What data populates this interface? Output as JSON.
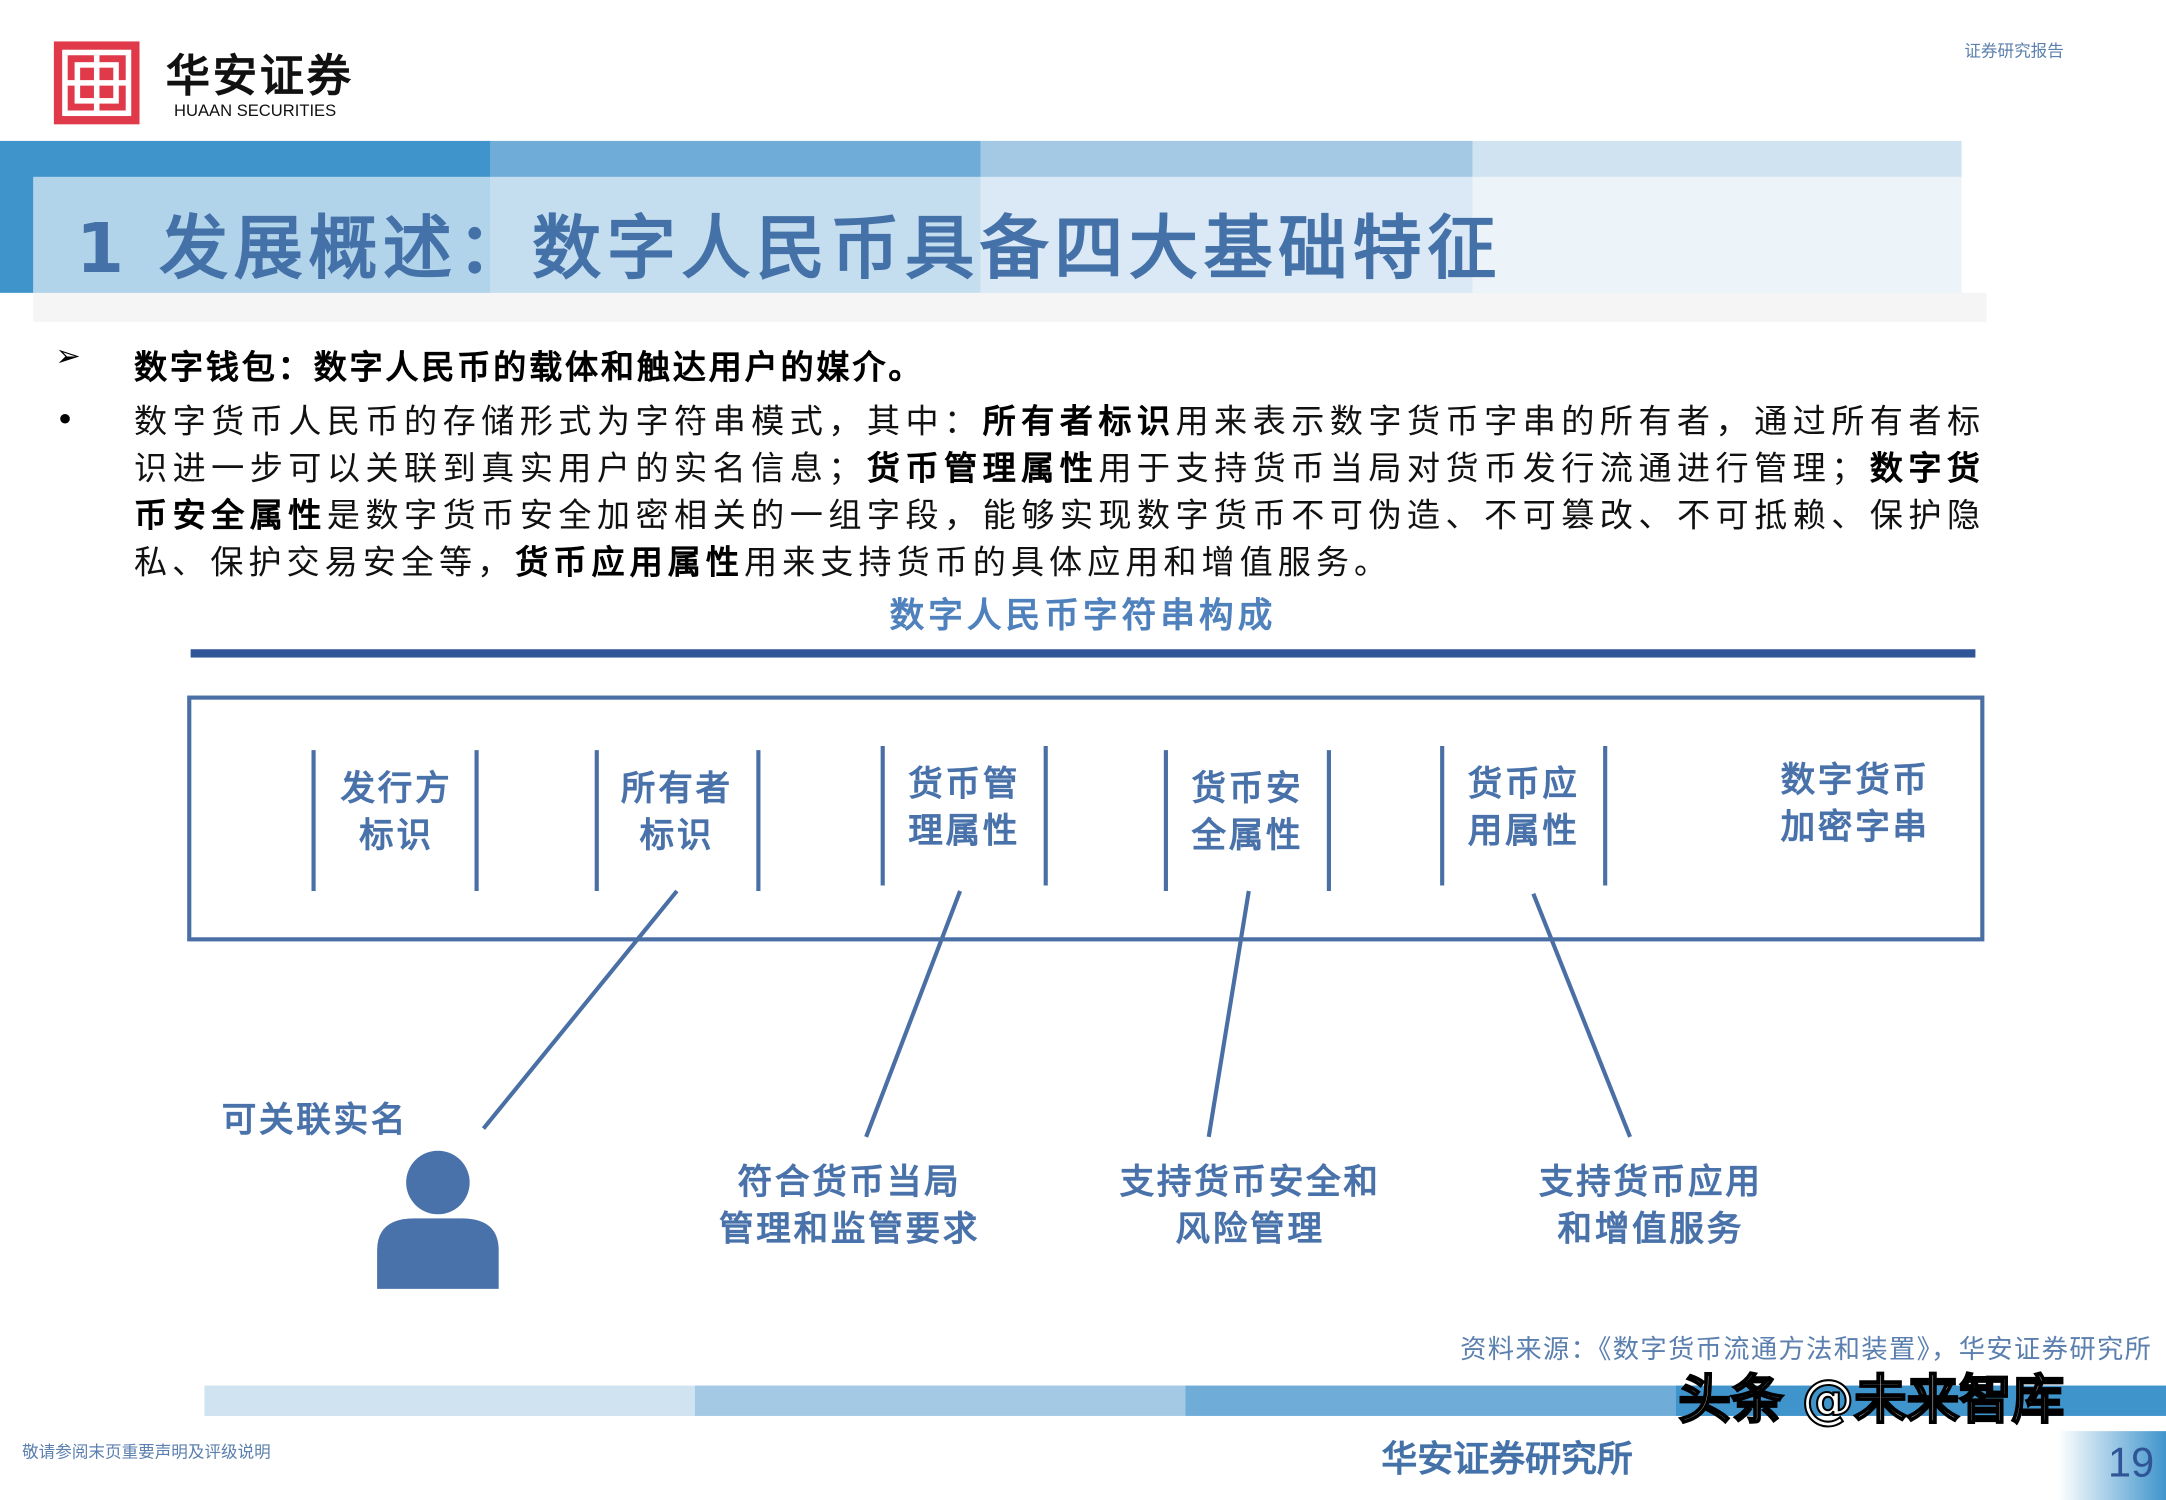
{
  "header": {
    "logo_cn": "华安证券",
    "logo_en": "HUAAN SECURITIES",
    "report_tag": "证券研究报告"
  },
  "title": "1 发展概述：数字人民币具备四大基础特征",
  "section": {
    "arrow": "➢",
    "heading": "数字钱包：数字人民币的载体和触达用户的媒介。",
    "bullet": "•",
    "paragraph": [
      {
        "t": "数字货币人民币的存储形式为字符串模式，其中：",
        "b": false
      },
      {
        "t": "所有者标识",
        "b": true
      },
      {
        "t": "用来表示数字货币字串的所有者，通过所有者标识进一步可以关联到真实用户的实名信息；",
        "b": false
      },
      {
        "t": "货币管理属性",
        "b": true
      },
      {
        "t": "用于支持货币当局对货币发行流通进行管理；",
        "b": false
      },
      {
        "t": "数字货币安全属性",
        "b": true
      },
      {
        "t": "是数字货币安全加密相关的一组字段，能够实现数字货币不可伪造、不可篡改、不可抵赖、保护隐私、保护交易安全等，",
        "b": false
      },
      {
        "t": "货币应用属性",
        "b": true
      },
      {
        "t": "用来支持货币的具体应用和增值服务。",
        "b": false
      }
    ]
  },
  "diagram": {
    "title": "数字人民币字符串构成",
    "fields": [
      [
        "发行方",
        "标识"
      ],
      [
        "所有者",
        "标识"
      ],
      [
        "货币管",
        "理属性"
      ],
      [
        "货币安",
        "全属性"
      ],
      [
        "货币应",
        "用属性"
      ],
      [
        "数字货币",
        "加密字串"
      ]
    ],
    "notes": {
      "real_name": "可关联实名",
      "mgmt": [
        "符合货币当局",
        "管理和监管要求"
      ],
      "security": [
        "支持货币安全和",
        "风险管理"
      ],
      "app": [
        "支持货币应用",
        "和增值服务"
      ]
    },
    "icons": {
      "person": "person-icon"
    },
    "color": "#4a6fa5"
  },
  "footer": {
    "source": "资料来源：《数字货币流通方法和装置》，华安证券研究所",
    "disclaimer": "敬请参阅末页重要声明及评级说明",
    "brand": "华安证券研究所",
    "page": "19",
    "watermark": "头条 @未来智库"
  },
  "colors": {
    "band1": "#3f94cc",
    "band2": "#6fadd8",
    "band3": "#a3c9e5",
    "band4": "#cfe3f1",
    "title": "#4472a8",
    "logo": "#e0394a"
  }
}
